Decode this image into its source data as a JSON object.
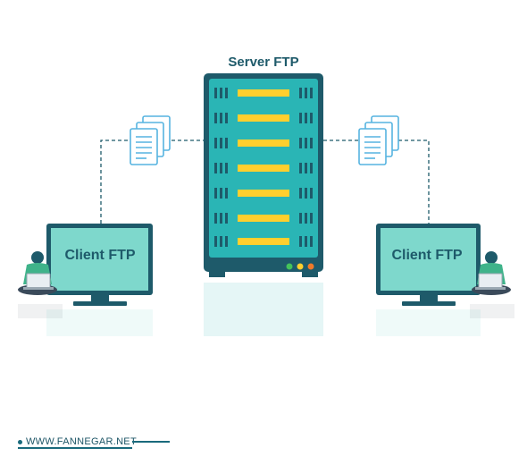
{
  "diagram": {
    "server_label": "Server FTP",
    "client_left_label": "Client FTP",
    "client_right_label": "Client FTP"
  },
  "footer": {
    "website": "WWW.FANNEGAR.NET"
  },
  "colors": {
    "server_body": "#2ab5b5",
    "server_frame": "#1e5a6a",
    "drive_bar": "#ffcf2e",
    "monitor_screen": "#7ed8cc",
    "document_blue": "#56b4e0",
    "connector": "#1e5a6a",
    "led_green": "#44c35a",
    "led_yellow": "#ffcf2e",
    "led_orange": "#f07a2a"
  },
  "icons": [
    "server-icon",
    "monitor-icon",
    "documents-icon",
    "person-with-laptop-icon"
  ]
}
